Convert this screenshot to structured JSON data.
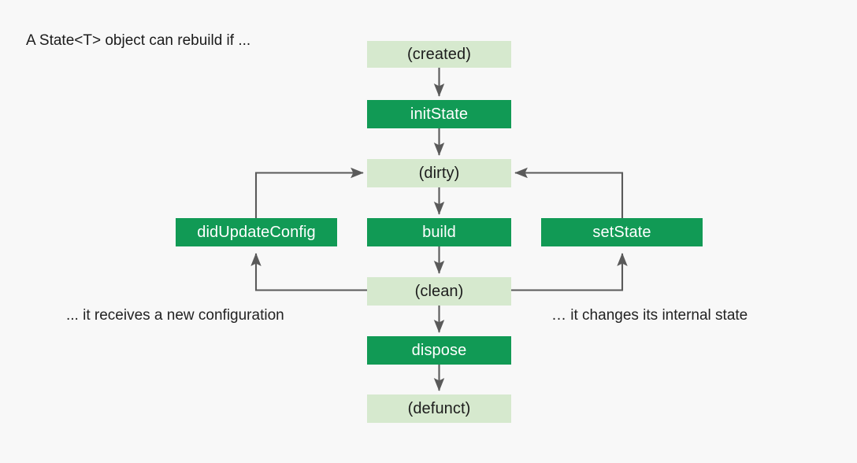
{
  "diagram": {
    "title": "A State<T> object can rebuild if ...",
    "colors": {
      "background": "#f8f8f8",
      "state_fill": "#d6e9ce",
      "method_fill": "#119a55",
      "method_text": "#ffffff",
      "state_text": "#1c1c1c",
      "edge": "#5a5a5a"
    },
    "nodes": [
      {
        "id": "created",
        "label": "(created)",
        "kind": "state"
      },
      {
        "id": "initState",
        "label": "initState",
        "kind": "method"
      },
      {
        "id": "dirty",
        "label": "(dirty)",
        "kind": "state"
      },
      {
        "id": "didUpdateConfig",
        "label": "didUpdateConfig",
        "kind": "method"
      },
      {
        "id": "build",
        "label": "build",
        "kind": "method"
      },
      {
        "id": "setState",
        "label": "setState",
        "kind": "method"
      },
      {
        "id": "clean",
        "label": "(clean)",
        "kind": "state"
      },
      {
        "id": "dispose",
        "label": "dispose",
        "kind": "method"
      },
      {
        "id": "defunct",
        "label": "(defunct)",
        "kind": "state"
      }
    ],
    "edges": [
      {
        "from": "created",
        "to": "initState"
      },
      {
        "from": "initState",
        "to": "dirty"
      },
      {
        "from": "dirty",
        "to": "build"
      },
      {
        "from": "build",
        "to": "clean"
      },
      {
        "from": "clean",
        "to": "dispose"
      },
      {
        "from": "dispose",
        "to": "defunct"
      },
      {
        "from": "clean",
        "to": "didUpdateConfig"
      },
      {
        "from": "didUpdateConfig",
        "to": "dirty"
      },
      {
        "from": "clean",
        "to": "setState"
      },
      {
        "from": "setState",
        "to": "dirty"
      }
    ],
    "captions": {
      "left": "... it receives a new configuration",
      "right": "… it changes its internal state"
    }
  }
}
